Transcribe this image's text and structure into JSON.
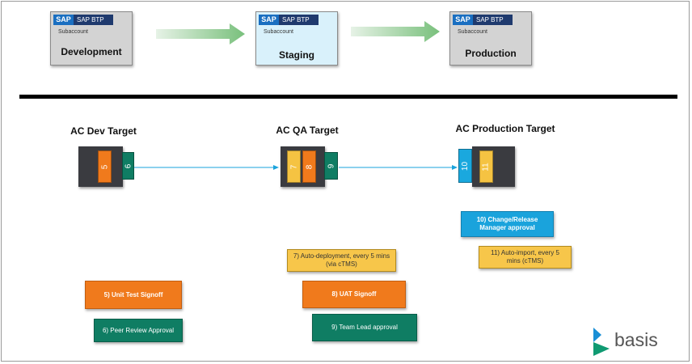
{
  "subaccounts": {
    "sap_tag": "SAP",
    "sap_btp": "SAP BTP",
    "subaccount_label": "Subaccount",
    "development": "Development",
    "staging": "Staging",
    "production": "Production"
  },
  "targets": {
    "dev_title": "AC Dev Target",
    "qa_title": "AC QA Target",
    "prod_title": "AC Production Target",
    "slot_5": "5",
    "slot_6": "6",
    "slot_7": "7",
    "slot_8": "8",
    "slot_9": "9",
    "slot_10": "10",
    "slot_11": "11"
  },
  "steps": {
    "step5": "5) Unit Test Signoff",
    "step6": "6) Peer Review Approval",
    "step7": "7) Auto-deployment, every 5 mins (via cTMS)",
    "step8": "8) UAT Signoff",
    "step9": "9) Team Lead approval",
    "step10": "10) Change/Release Manager approval",
    "step11": "11) Auto-import, every 5 mins (cTMS)"
  },
  "brand": {
    "name": "basis"
  },
  "colors": {
    "orange": "#f07a1c",
    "yellow": "#f5c342",
    "green": "#0f7d63",
    "blue": "#1aa8de",
    "target_box": "#3a3b40"
  }
}
